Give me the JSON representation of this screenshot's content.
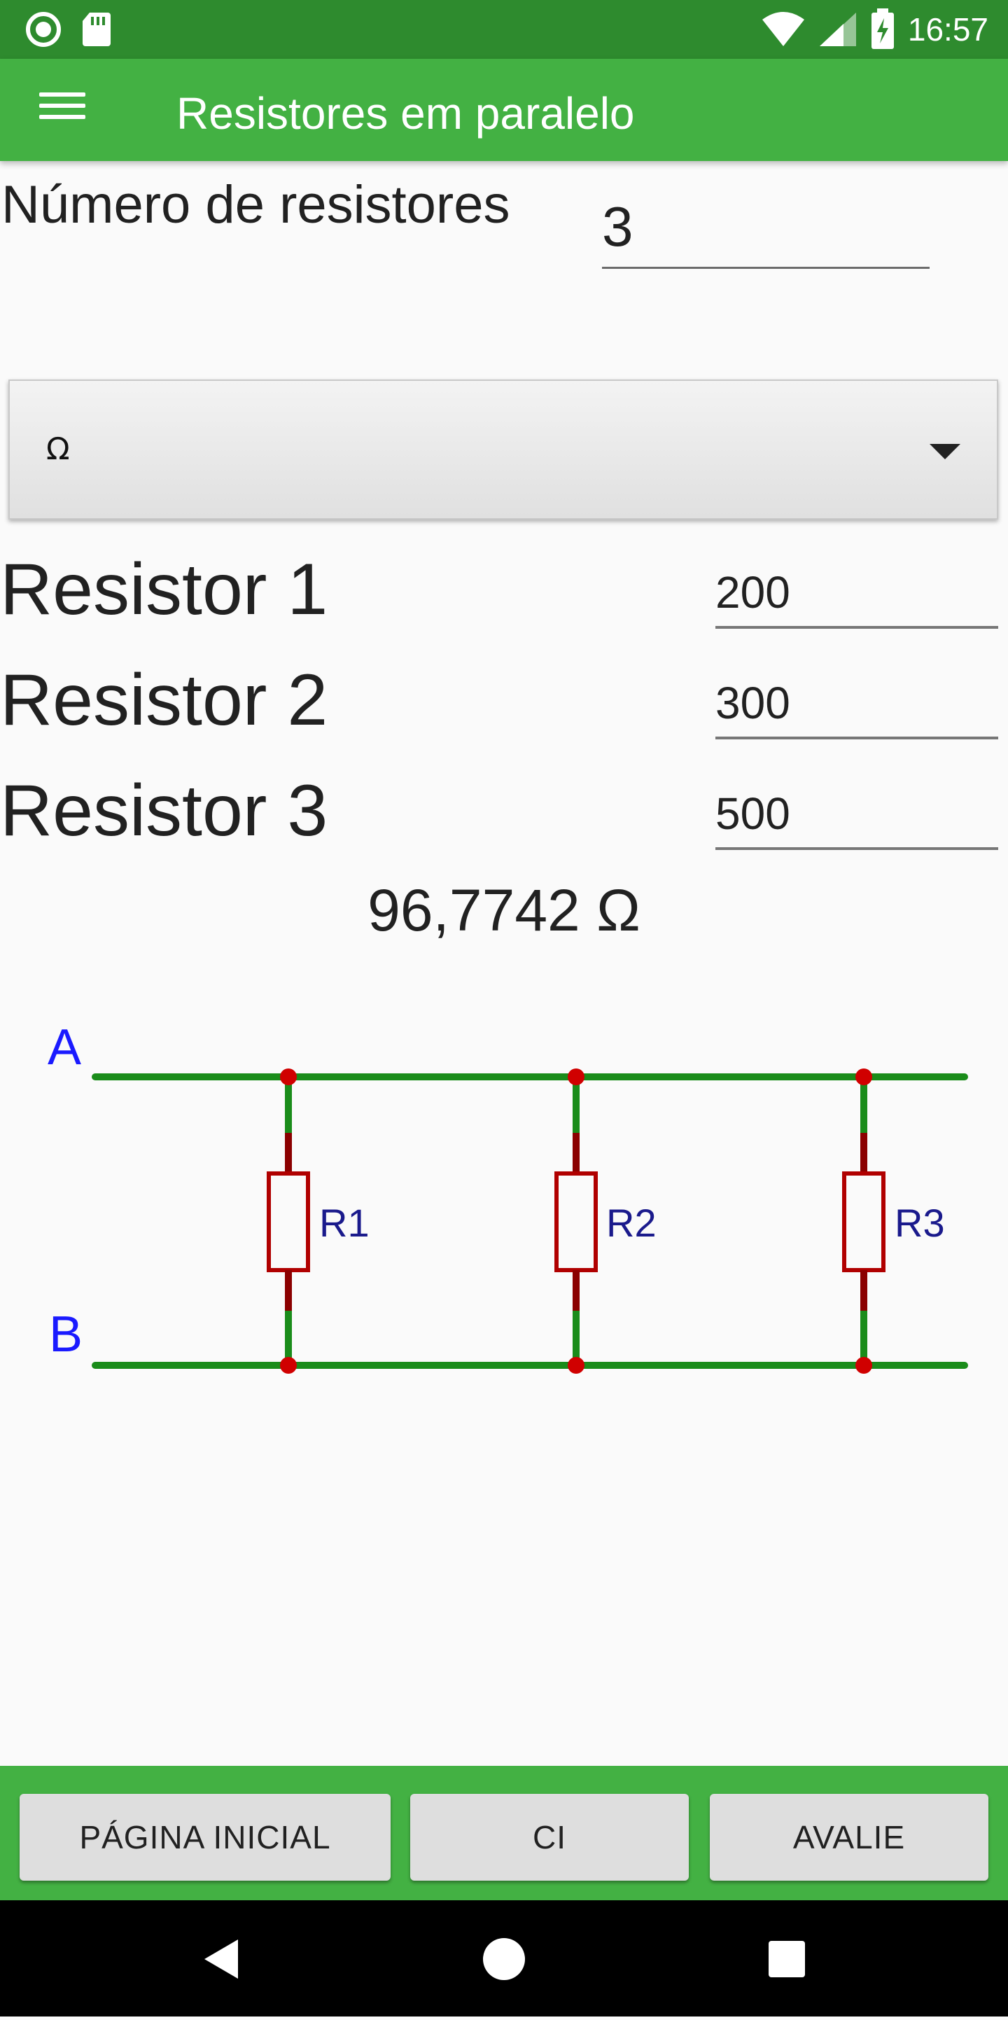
{
  "status_bar": {
    "time": "16:57",
    "icons": [
      "circle-notification-icon",
      "sd-card-icon",
      "wifi-icon",
      "cell-signal-icon",
      "battery-charging-icon"
    ]
  },
  "app_bar": {
    "title": "Resistores em paralelo",
    "menu_icon": "hamburger-menu-icon",
    "color": "#43b143"
  },
  "form": {
    "num_resistors_label": "Número de resistores",
    "num_resistors_value": "3",
    "unit_selected": "Ω",
    "resistors": [
      {
        "label": "Resistor 1",
        "value": "200"
      },
      {
        "label": "Resistor 2",
        "value": "300"
      },
      {
        "label": "Resistor 3",
        "value": "500"
      }
    ],
    "result": "96,7742 Ω"
  },
  "circuit": {
    "node_a": "A",
    "node_b": "B",
    "resistor_labels": [
      "R1",
      "R2",
      "R3"
    ],
    "wire_color": "#1a8c1a",
    "resistor_color": "#b00000",
    "node_color": "#d00000"
  },
  "bottom_buttons": {
    "home": "PÁGINA INICIAL",
    "ci": "CI",
    "rate": "AVALIE"
  },
  "nav_bar": {
    "back_icon": "back-triangle-icon",
    "home_icon": "home-circle-icon",
    "recents_icon": "recents-square-icon"
  }
}
